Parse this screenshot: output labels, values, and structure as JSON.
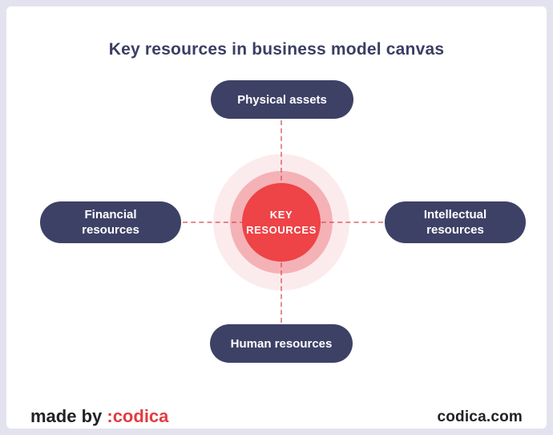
{
  "title": "Key resources in business model canvas",
  "diagram": {
    "center": {
      "line1": "KEY",
      "line2": "RESOURCES"
    },
    "nodes": [
      {
        "id": "physical",
        "label": "Physical assets"
      },
      {
        "id": "financial",
        "label": "Financial resources"
      },
      {
        "id": "intellectual",
        "label": "Intellectual resources"
      },
      {
        "id": "human",
        "label": "Human resources"
      }
    ]
  },
  "footer": {
    "made_by": "made by ",
    "brand": ":codica",
    "website": "codica.com"
  },
  "colors": {
    "frame": "#e3e3ef",
    "background": "#ffffff",
    "navy": "#3e4166",
    "title_navy": "#3b3e63",
    "center_red": "#ee4347",
    "ring_middle_pink": "#f5b2b6",
    "ring_outer_pink": "#fcebed",
    "connector_red": "#d25055",
    "brand_red": "#e23c40",
    "footer_text": "#222226"
  }
}
